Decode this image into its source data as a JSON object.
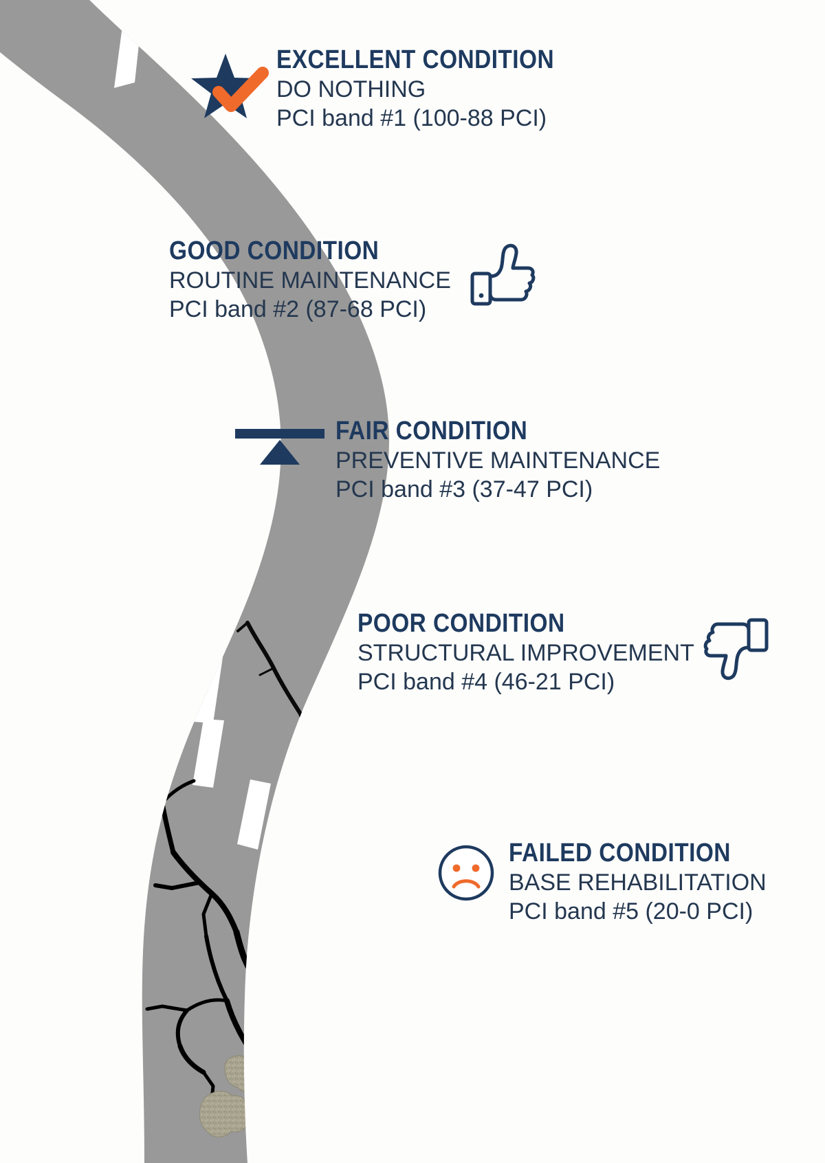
{
  "infographic": {
    "title_semantic": "pavement-condition-index-deterioration-curve",
    "road": {
      "surface_color": "#999999",
      "lane_marking_color": "#ffffff",
      "crack_color": "#000000",
      "pothole_color": "#a6a18c"
    },
    "colors": {
      "navy": "#1e3a5f",
      "text_navy": "#24374f",
      "orange": "#ef6a2b",
      "background": "#fdfdfc"
    },
    "blocks": [
      {
        "id": "excellent",
        "icon": "star-check-icon",
        "title": "EXCELLENT CONDITION",
        "treatment": "DO NOTHING",
        "band": "PCI band #1 (100-88 PCI)",
        "band_number": 1,
        "pci_high": 100,
        "pci_low": 88,
        "icon_side": "left"
      },
      {
        "id": "good",
        "icon": "thumbs-up-icon",
        "title": "GOOD CONDITION",
        "treatment": "ROUTINE MAINTENANCE",
        "band": "PCI band #2 (87-68 PCI)",
        "band_number": 2,
        "pci_high": 87,
        "pci_low": 68,
        "icon_side": "right"
      },
      {
        "id": "fair",
        "icon": "balance-scale-icon",
        "title": "FAIR CONDITION",
        "treatment": "PREVENTIVE MAINTENANCE",
        "band": "PCI band #3 (37-47 PCI)",
        "band_number": 3,
        "pci_high": 47,
        "pci_low": 37,
        "icon_side": "left"
      },
      {
        "id": "poor",
        "icon": "thumbs-down-icon",
        "title": "POOR CONDITION",
        "treatment": "STRUCTURAL IMPROVEMENT",
        "band": "PCI band #4 (46-21 PCI)",
        "band_number": 4,
        "pci_high": 46,
        "pci_low": 21,
        "icon_side": "right"
      },
      {
        "id": "failed",
        "icon": "sad-face-icon",
        "title": "FAILED CONDITION",
        "treatment": "BASE REHABILITATION",
        "band": "PCI band #5 (20-0 PCI)",
        "band_number": 5,
        "pci_high": 20,
        "pci_low": 0,
        "icon_side": "left"
      }
    ]
  }
}
